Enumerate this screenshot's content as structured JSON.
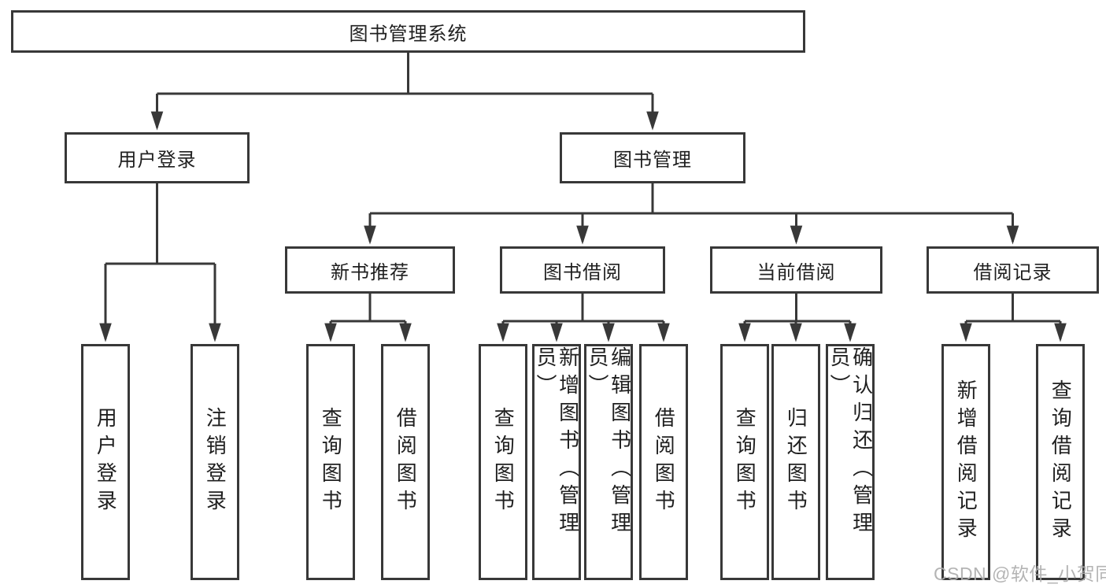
{
  "nodes": {
    "root": "图书管理系统",
    "user_login": "用户登录",
    "book_management": "图书管理",
    "new_book_recommend": "新书推荐",
    "book_borrow": "图书借阅",
    "current_borrow": "当前借阅",
    "borrow_record": "借阅记录",
    "user_login_leaf": "用户登录",
    "logout_leaf": "注销登录",
    "recommend_query_books": "查询图书",
    "recommend_borrow_books": "借阅图书",
    "borrow_query_books": "查询图书",
    "borrow_add_books": "新增图书（管理员）",
    "borrow_edit_books": "编辑图书（管理员）",
    "borrow_borrow_books": "借阅图书",
    "current_query_books": "查询图书",
    "current_return_books": "归还图书",
    "current_confirm_return": "确认归还（管理员）",
    "record_add_entry": "新增借阅记录",
    "record_query_entry": "查询借阅记录"
  },
  "watermark": "CSDN @软件_小贺同学",
  "colors": {
    "line": "#383838",
    "text": "#1f1f1f",
    "watermark": "#aeaeae",
    "background": "#ffffff"
  }
}
